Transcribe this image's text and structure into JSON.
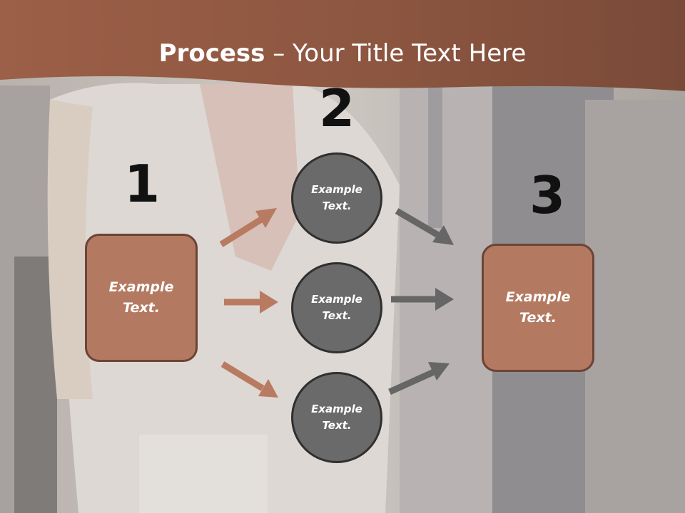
{
  "title": {
    "bold": "Process",
    "separator": " – ",
    "rest": "Your Title Text Here"
  },
  "steps": [
    {
      "number": "1",
      "box_text": "Example Text."
    },
    {
      "number": "2",
      "circles": [
        {
          "text": "Example Text."
        },
        {
          "text": "Example Text."
        },
        {
          "text": "Example Text."
        }
      ]
    },
    {
      "number": "3",
      "box_text": "Example Text."
    }
  ],
  "colors": {
    "header_bar": "#8e5741",
    "box_fill": "#b47a61",
    "box_border": "#6b4436",
    "circle_fill": "#6a6a6a",
    "circle_border": "#2f2f2f",
    "arrow_left": "#b97a62",
    "arrow_right": "#666666",
    "number_text": "#111111"
  },
  "icons": [
    "arrow-right-icon"
  ]
}
